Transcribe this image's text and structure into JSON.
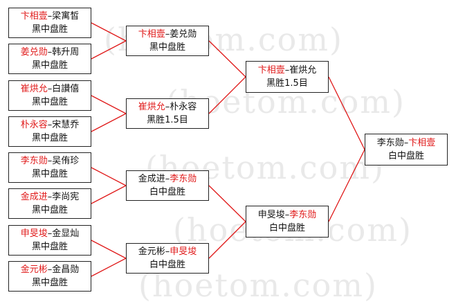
{
  "watermark": "(hoetom.com)",
  "bracket": {
    "round1": [
      {
        "a": "卞相壹",
        "b": "梁寓皙",
        "red": "a",
        "result": "黑中盘胜"
      },
      {
        "a": "姜兑勋",
        "b": "韩升周",
        "red": "a",
        "result": "黑中盘胜"
      },
      {
        "a": "崔烘允",
        "b": "白讃僖",
        "red": "a",
        "result": "黑中盘胜"
      },
      {
        "a": "朴永容",
        "b": "宋慧乔",
        "red": "a",
        "result": "黑中盘胜"
      },
      {
        "a": "李东勋",
        "b": "吴侑珍",
        "red": "a",
        "result": "黑中盘胜"
      },
      {
        "a": "金成进",
        "b": "李尚宪",
        "red": "a",
        "result": "黑中盘胜"
      },
      {
        "a": "申旻埈",
        "b": "金显灿",
        "red": "a",
        "result": "黑中盘胜"
      },
      {
        "a": "金元彬",
        "b": "金昌勋",
        "red": "a",
        "result": "黑中盘胜"
      }
    ],
    "round2": [
      {
        "a": "卞相壹",
        "b": "姜兑勋",
        "red": "a",
        "result": "黑中盘胜"
      },
      {
        "a": "崔烘允",
        "b": "朴永容",
        "red": "a",
        "result": "黑胜1.5目"
      },
      {
        "a": "金成进",
        "b": "李东勋",
        "red": "b",
        "result": "白中盘胜"
      },
      {
        "a": "金元彬",
        "b": "申旻埈",
        "red": "b",
        "result": "白中盘胜"
      }
    ],
    "round3": [
      {
        "a": "卞相壹",
        "b": "崔烘允",
        "red": "a",
        "result": "黑胜1.5目"
      },
      {
        "a": "申旻埈",
        "b": "李东勋",
        "red": "b",
        "result": "白中盘胜"
      }
    ],
    "final": [
      {
        "a": "李东勋",
        "b": "卞相壹",
        "red": "b",
        "result": "白中盘胜"
      }
    ]
  },
  "colors": {
    "winner": "#e01a1a",
    "text": "#111111",
    "line": "#e01a1a",
    "border": "#222222",
    "watermark": "#e9e9e9"
  }
}
